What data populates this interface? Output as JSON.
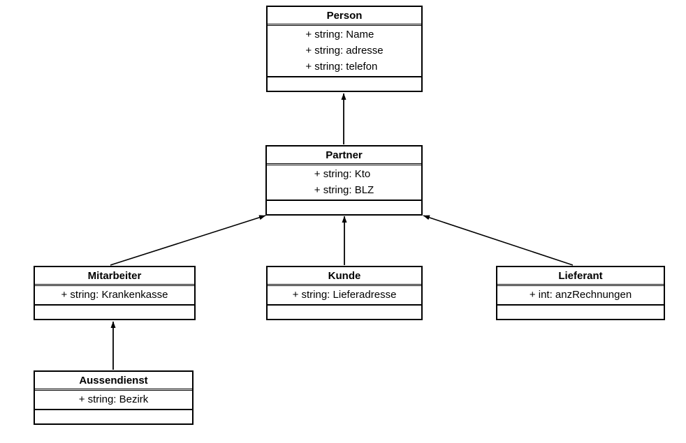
{
  "diagram": {
    "type": "uml-class-diagram",
    "colors": {
      "background": "#ffffff",
      "box_fill": "#ffffff",
      "line": "#000000",
      "text": "#000000"
    },
    "classes": [
      {
        "name": "Person",
        "attributes": [
          "+ string: Name",
          "+ string: adresse",
          "+ string: telefon"
        ],
        "methods": []
      },
      {
        "name": "Partner",
        "attributes": [
          "+ string: Kto",
          "+ string: BLZ"
        ],
        "methods": []
      },
      {
        "name": "Mitarbeiter",
        "attributes": [
          "+ string: Krankenkasse"
        ],
        "methods": []
      },
      {
        "name": "Kunde",
        "attributes": [
          "+ string: Lieferadresse"
        ],
        "methods": []
      },
      {
        "name": "Lieferant",
        "attributes": [
          "+ int: anzRechnungen"
        ],
        "methods": []
      },
      {
        "name": "Aussendienst",
        "attributes": [
          "+ string: Bezirk"
        ],
        "methods": []
      }
    ],
    "edges": [
      {
        "from": "Partner",
        "to": "Person",
        "type": "arrow"
      },
      {
        "from": "Mitarbeiter",
        "to": "Partner",
        "type": "arrow"
      },
      {
        "from": "Kunde",
        "to": "Partner",
        "type": "arrow"
      },
      {
        "from": "Lieferant",
        "to": "Partner",
        "type": "arrow"
      },
      {
        "from": "Aussendienst",
        "to": "Mitarbeiter",
        "type": "arrow"
      }
    ]
  }
}
